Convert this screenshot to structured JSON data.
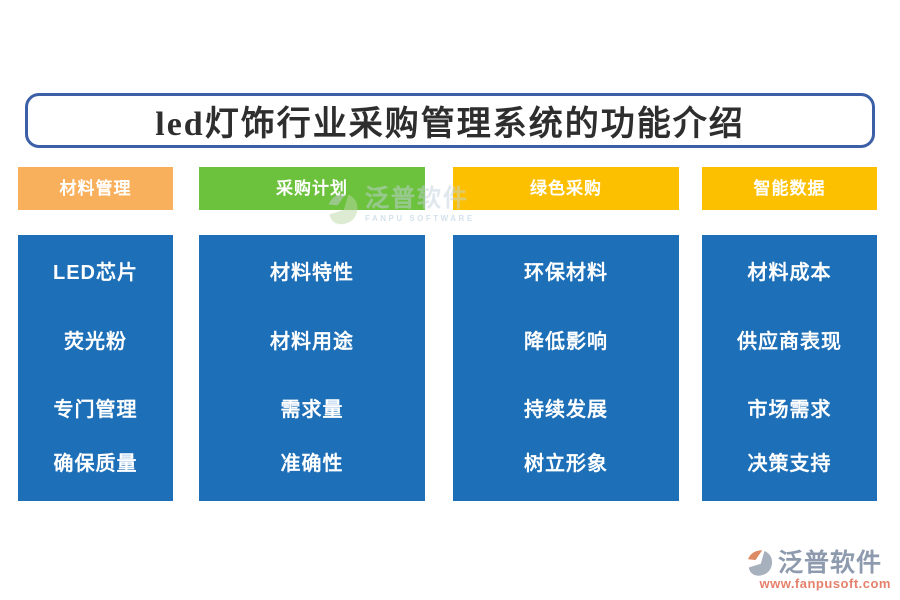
{
  "title": {
    "text": "led灯饰行业采购管理系统的功能介绍",
    "border_color": "#3c5fa7",
    "text_color": "#2e2e2e"
  },
  "columns": [
    {
      "header": "材料管理",
      "header_bg": "#f9b05c",
      "items": [
        "LED芯片",
        "荧光粉",
        "专门管理",
        "确保质量"
      ]
    },
    {
      "header": "采购计划",
      "header_bg": "#6cc13d",
      "items": [
        "材料特性",
        "材料用途",
        "需求量",
        "准确性"
      ]
    },
    {
      "header": "绿色采购",
      "header_bg": "#fdc000",
      "items": [
        "环保材料",
        "降低影响",
        "持续发展",
        "树立形象"
      ]
    },
    {
      "header": "智能数据",
      "header_bg": "#fdc000",
      "items": [
        "材料成本",
        "供应商表现",
        "市场需求",
        "决策支持"
      ]
    }
  ],
  "body_color": "#1d6fb8",
  "watermark": {
    "name": "泛普软件",
    "name_en": "FANPU SOFTWARE"
  },
  "footer_logo": {
    "name": "泛普软件",
    "url": "www.fanpusoft.com",
    "name_color": "#8e9aae",
    "url_color": "#e5806b"
  }
}
